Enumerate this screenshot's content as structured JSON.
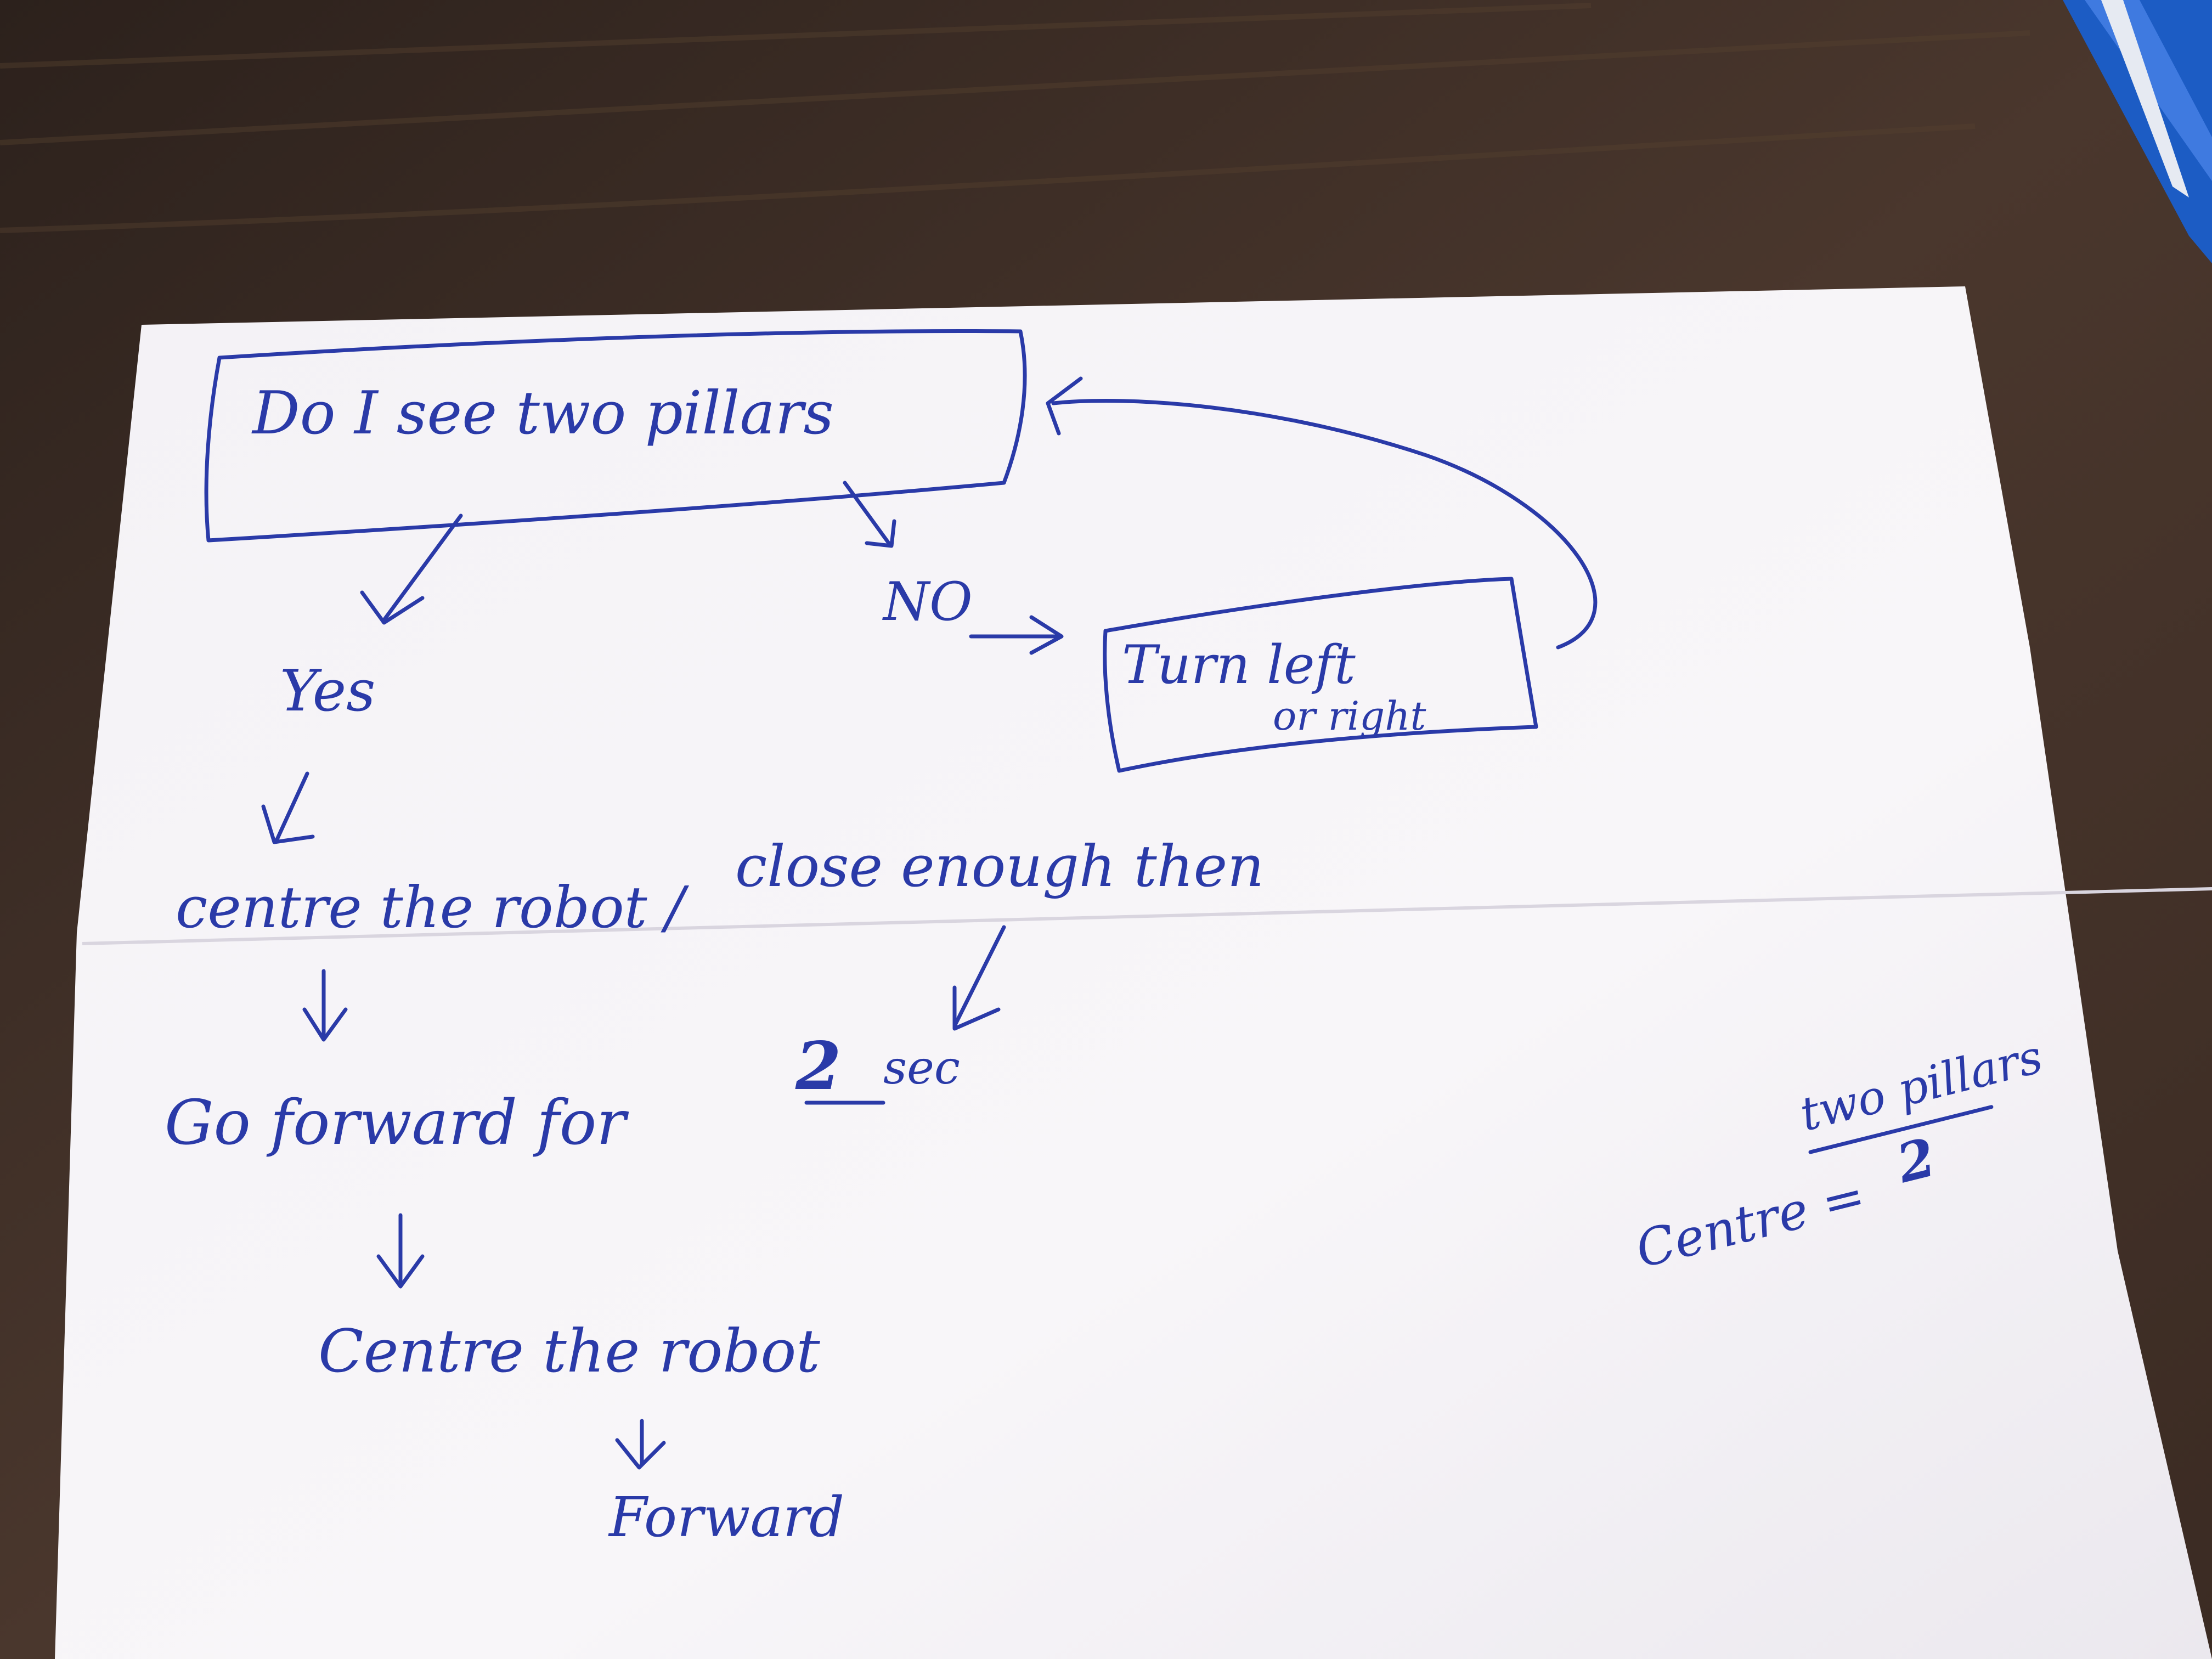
{
  "ink_color": "#2a3aa8",
  "paper_color": "#f7f5f8",
  "desk_color": "#3a2a22",
  "decision": {
    "text": "Do I see two pillars"
  },
  "no_branch": {
    "label": "NO",
    "action_line1": "Turn left",
    "action_line2": "or right"
  },
  "yes_branch": {
    "label": "Yes",
    "step1": "centre the robot /",
    "step1_alt": "close enough then",
    "step2_prefix": "Go forward for",
    "step2_number": "2",
    "step2_unit": "sec",
    "step3": "Centre the robot",
    "step4": "Forward"
  },
  "formula": {
    "lhs": "Centre =",
    "numerator": "two pillars",
    "denominator": "2"
  },
  "pen_icon": "marker-pen"
}
